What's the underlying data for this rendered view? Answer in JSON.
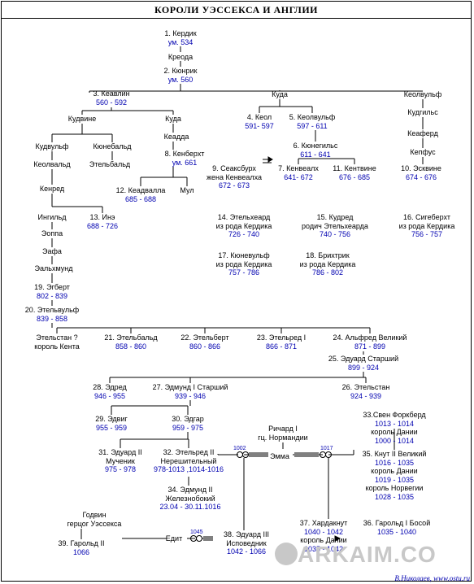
{
  "title": "КОРОЛИ УЭССЕКСА И АНГЛИИ",
  "credit": "В.Николаев, www.ostu.ru",
  "watermark": "ARKAIM.CO",
  "marriage_years": [
    "1002",
    "1017",
    "1045"
  ],
  "nodes": [
    {
      "id": "kerdik",
      "lines": [
        "1. Кердик"
      ],
      "dates": "ум. 534"
    },
    {
      "id": "kreoda",
      "lines": [
        "Креода"
      ]
    },
    {
      "id": "kyunrik",
      "lines": [
        "2. Кюнрик"
      ],
      "dates": "ум. 560"
    },
    {
      "id": "keavlin",
      "lines": [
        "3. Кеавлин"
      ],
      "dates": "560 - 592"
    },
    {
      "id": "kudvine",
      "lines": [
        "Кудвине"
      ]
    },
    {
      "id": "kuda1",
      "lines": [
        "Куда"
      ]
    },
    {
      "id": "keadda",
      "lines": [
        "Кеадда"
      ]
    },
    {
      "id": "kenberht",
      "lines": [
        "8. Кенберхт"
      ],
      "dates": "ум. 661"
    },
    {
      "id": "kudvulf",
      "lines": [
        "Кудвульф"
      ]
    },
    {
      "id": "kyunebald",
      "lines": [
        "Кюнебальд"
      ]
    },
    {
      "id": "keolvald",
      "lines": [
        "Кеолвальд"
      ]
    },
    {
      "id": "etelbald",
      "lines": [
        "Этельбальд"
      ]
    },
    {
      "id": "kenred",
      "lines": [
        "Кенред"
      ]
    },
    {
      "id": "keadvalla",
      "lines": [
        "12. Кеадвалла"
      ],
      "dates": "685 - 688"
    },
    {
      "id": "mul",
      "lines": [
        "Мул"
      ]
    },
    {
      "id": "ingild",
      "lines": [
        "Ингильд"
      ]
    },
    {
      "id": "ine",
      "lines": [
        "13. Инэ"
      ],
      "dates": "688 - 726"
    },
    {
      "id": "eoppa",
      "lines": [
        "Эоппа"
      ]
    },
    {
      "id": "eafa",
      "lines": [
        "Эафа"
      ]
    },
    {
      "id": "ealhmund",
      "lines": [
        "Эальхмунд"
      ]
    },
    {
      "id": "egbert",
      "lines": [
        "19. Эгберт"
      ],
      "dates": "802 - 839"
    },
    {
      "id": "etelvulf",
      "lines": [
        "20. Этельвульф"
      ],
      "dates": "839 - 858"
    },
    {
      "id": "kuda2",
      "lines": [
        "Куда"
      ]
    },
    {
      "id": "keol",
      "lines": [
        "4. Кеол"
      ],
      "dates": "591- 597"
    },
    {
      "id": "keolvulf",
      "lines": [
        "5. Кеолвульф"
      ],
      "dates": "597 - 611"
    },
    {
      "id": "kyunegils",
      "lines": [
        "6. Кюнегильс"
      ],
      "dates": "611 - 641"
    },
    {
      "id": "seaksburh",
      "lines": [
        "9. Сеаксбурх",
        "жена Кенвеалха"
      ],
      "dates": "672 - 673"
    },
    {
      "id": "kenvealh",
      "lines": [
        "7. Кенвеалх"
      ],
      "dates": "641- 672"
    },
    {
      "id": "kentvine",
      "lines": [
        "11. Кентвине"
      ],
      "dates": "676 - 685"
    },
    {
      "id": "keolvulf2",
      "lines": [
        "Кеолвульф"
      ]
    },
    {
      "id": "kudgils",
      "lines": [
        "Кудгильс"
      ]
    },
    {
      "id": "keaferd",
      "lines": [
        "Кеаферд"
      ]
    },
    {
      "id": "kepfus",
      "lines": [
        "Кепфус"
      ]
    },
    {
      "id": "eskvine",
      "lines": [
        "10. Эсквине"
      ],
      "dates": "674 - 676"
    },
    {
      "id": "etelheard",
      "lines": [
        "14. Этельхеард",
        "из рода Кердика"
      ],
      "dates": "726 - 740"
    },
    {
      "id": "kudred",
      "lines": [
        "15. Кудред",
        "родич Этельхеарда"
      ],
      "dates": "740 - 756"
    },
    {
      "id": "sigeberht",
      "lines": [
        "16. Сигеберхт",
        "из рода Кердика"
      ],
      "dates": "756 - 757"
    },
    {
      "id": "kyunevulf",
      "lines": [
        "17. Кюневульф",
        "из рода Кердика"
      ],
      "dates": "757 - 786"
    },
    {
      "id": "brihtrik",
      "lines": [
        "18. Брихтрик",
        "из рода Кердика"
      ],
      "dates": "786 - 802"
    },
    {
      "id": "etelstan1",
      "lines": [
        "Этельстан  ?",
        "король  Кента"
      ]
    },
    {
      "id": "etelbald2",
      "lines": [
        "21. Этельбальд"
      ],
      "dates": "858 - 860"
    },
    {
      "id": "etelbert",
      "lines": [
        "22. Этельберт"
      ],
      "dates": "860 - 866"
    },
    {
      "id": "etelred1",
      "lines": [
        "23. Этельред I"
      ],
      "dates": "866 - 871"
    },
    {
      "id": "alfred",
      "lines": [
        "24. Альфред Великий"
      ],
      "dates": "871 - 899"
    },
    {
      "id": "edward_elder",
      "lines": [
        "25. Эдуард Старший"
      ],
      "dates": "899 - 924"
    },
    {
      "id": "edred",
      "lines": [
        "28. Эдред"
      ],
      "dates": "946 - 955"
    },
    {
      "id": "edmund1",
      "lines": [
        "27. Эдмунд I Старший"
      ],
      "dates": "939 - 946"
    },
    {
      "id": "etelstan2",
      "lines": [
        "26. Этельстан"
      ],
      "dates": "924 - 939"
    },
    {
      "id": "edvig",
      "lines": [
        "29. Эдвиг"
      ],
      "dates": "955 - 959"
    },
    {
      "id": "edgar",
      "lines": [
        "30. Эдгар"
      ],
      "dates": "959 - 975"
    },
    {
      "id": "sven",
      "lines": [
        "33.Свен Форкберд"
      ],
      "dates": "1013 - 1014",
      "extra": [
        "король  Дании"
      ],
      "dates2": "1000 - 1014"
    },
    {
      "id": "richard",
      "lines": [
        "Ричард I",
        "гц. Нормандии"
      ]
    },
    {
      "id": "emma",
      "lines": [
        "Эмма"
      ]
    },
    {
      "id": "edward_martyr",
      "lines": [
        "31. Эдуард II",
        "Мученик"
      ],
      "dates": "975 - 978"
    },
    {
      "id": "etelred2",
      "lines": [
        "32. Этельред II",
        "Нерешительный"
      ],
      "dates": "978-1013 ,1014-1016"
    },
    {
      "id": "knut",
      "lines": [
        "35. Кнут II Великий"
      ],
      "dates": "1016 - 1035",
      "extra": [
        "король  Дании"
      ],
      "dates2": "1019 - 1035",
      "extra2": [
        "король  Норвегии"
      ],
      "dates3": "1028 - 1035"
    },
    {
      "id": "edmund2",
      "lines": [
        "34. Эдмунд II",
        "Железнобокий"
      ],
      "dates": "23.04 - 30.11.1016"
    },
    {
      "id": "godvin",
      "lines": [
        "Годвин",
        "герцог Уэссекса"
      ]
    },
    {
      "id": "harald2",
      "lines": [
        "39. Гарольд II"
      ],
      "dates": "1066"
    },
    {
      "id": "edit",
      "lines": [
        "Едит"
      ]
    },
    {
      "id": "edward_conf",
      "lines": [
        "38. Эдуард III",
        "Исповедник"
      ],
      "dates": "1042 - 1066"
    },
    {
      "id": "hardaknut",
      "lines": [
        "37. Хардакнут"
      ],
      "dates": "1040 - 1042",
      "extra": [
        "король  Дании"
      ],
      "dates2": "1035 - 1042"
    },
    {
      "id": "harald1",
      "lines": [
        "36. Гарольд I Босой"
      ],
      "dates": "1035 - 1040"
    }
  ]
}
